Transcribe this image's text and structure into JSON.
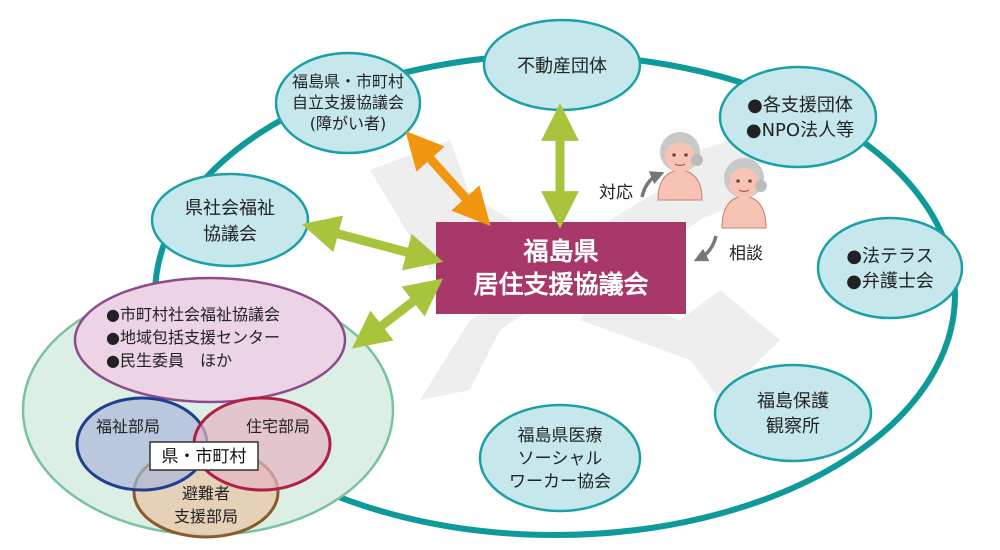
{
  "center": {
    "line1": "福島県",
    "line2": "居住支援協議会"
  },
  "nodes": {
    "real_estate": [
      "不動産団体"
    ],
    "fukushima_independence": [
      "福島県・市町村",
      "自立支援協議会",
      "(障がい者)"
    ],
    "support_orgs": [
      "●各支援団体",
      "●NPO法人等"
    ],
    "pref_social_welfare": [
      "県社会福祉",
      "協議会"
    ],
    "legal": [
      "●法テラス",
      "●弁護士会"
    ],
    "probation": [
      "福島保護",
      "観察所"
    ],
    "medical_social": [
      "福島県医療",
      "ソーシャル",
      "ワーカー協会"
    ]
  },
  "local_group": {
    "members": [
      "●市町村社会福祉協議会",
      "●地域包括支援センター",
      "●民生委員　ほか"
    ],
    "welfare": "福祉部局",
    "housing": "住宅部局",
    "evacuee": [
      "避難者",
      "支援部局"
    ],
    "center_label": "県・市町村"
  },
  "labels": {
    "respond": "対応",
    "consult": "相談"
  },
  "colors": {
    "ring": "#0f9a9a",
    "node_fill": "#c6e8ec",
    "node_stroke": "#1aa0a6",
    "center_fill": "#a8386a",
    "arrow_green": "#a7c43c",
    "arrow_orange": "#f0960f",
    "local_fill": "#dcefe4",
    "local_stroke": "#79c29f",
    "pink_fill": "#ecd3e6",
    "pink_stroke": "#8e4b8b",
    "welfare_stroke": "#1d3f8f",
    "housing_stroke": "#b11f47",
    "evacuee_stroke": "#8a5a2b",
    "evacuee_fill": "#e6cbb0",
    "person_skin": "#f7c3b5",
    "person_hair": "#c8c8c8"
  }
}
